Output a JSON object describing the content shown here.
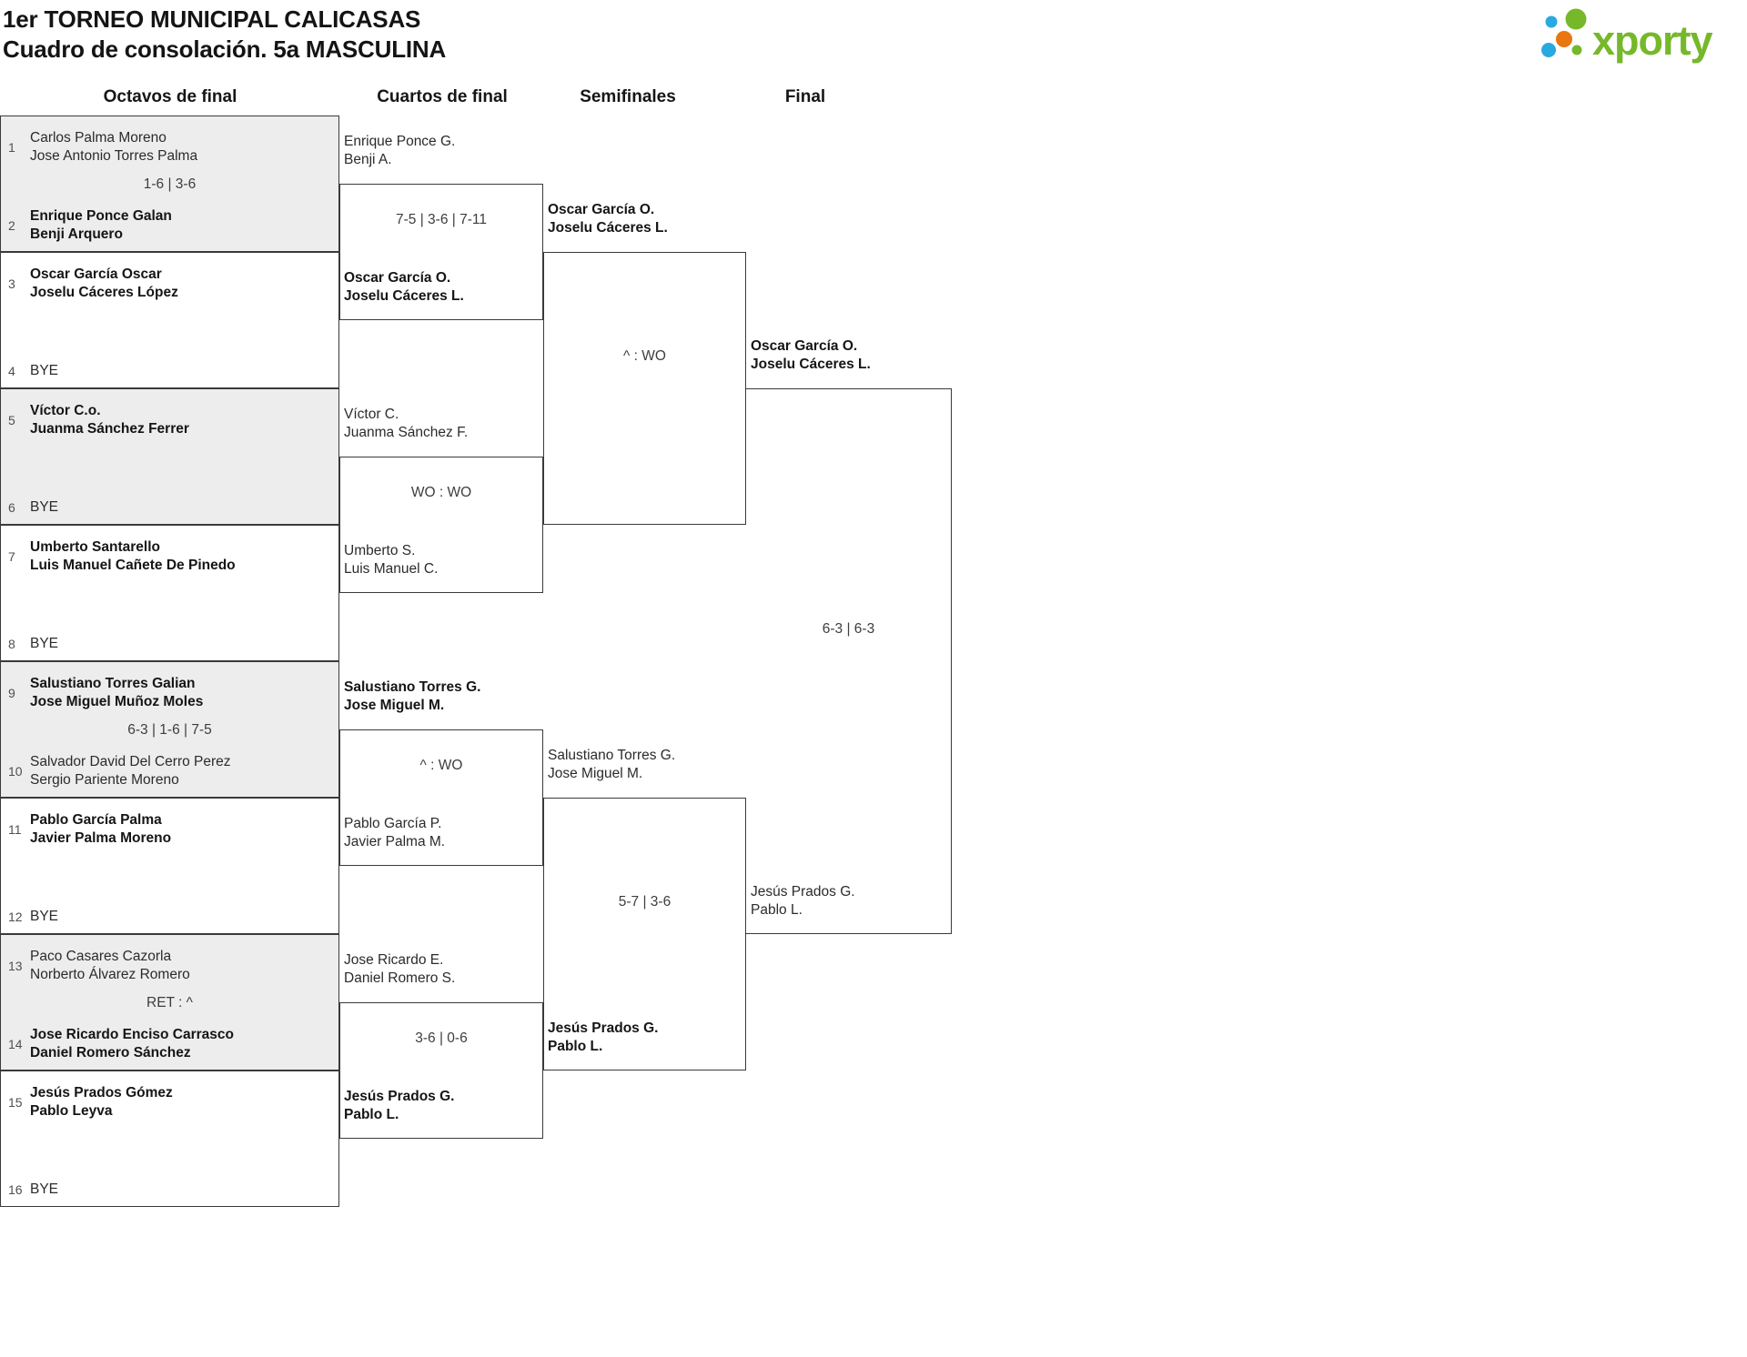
{
  "header": {
    "title_line1": "1er TORNEO MUNICIPAL CALICASAS",
    "title_line2": "Cuadro de consolación. 5a MASCULINA"
  },
  "logo": {
    "text": "xporty",
    "colors": {
      "green": "#76b82a",
      "blue": "#2aa9e0",
      "orange": "#e97611"
    }
  },
  "colors": {
    "shaded_row": "#ededed",
    "box_border": "#3a3a3a"
  },
  "rounds": [
    "Octavos de final",
    "Cuartos de final",
    "Semifinales",
    "Final"
  ],
  "r16": [
    {
      "seed1": "1",
      "team1": [
        "Carlos Palma Moreno",
        "Jose Antonio Torres Palma"
      ],
      "w1": false,
      "score": "1-6 | 3-6",
      "seed2": "2",
      "team2": [
        "Enrique Ponce Galan",
        "Benji Arquero"
      ],
      "w2": true
    },
    {
      "seed1": "3",
      "team1": [
        "Oscar García Oscar",
        "Joselu Cáceres López"
      ],
      "w1": true,
      "score": "",
      "seed2": "4",
      "team2": [
        "BYE"
      ],
      "w2": false
    },
    {
      "seed1": "5",
      "team1": [
        "Víctor C.o.",
        "Juanma Sánchez Ferrer"
      ],
      "w1": true,
      "score": "",
      "seed2": "6",
      "team2": [
        "BYE"
      ],
      "w2": false
    },
    {
      "seed1": "7",
      "team1": [
        "Umberto Santarello",
        "Luis Manuel Cañete De Pinedo"
      ],
      "w1": true,
      "score": "",
      "seed2": "8",
      "team2": [
        "BYE"
      ],
      "w2": false
    },
    {
      "seed1": "9",
      "team1": [
        "Salustiano Torres Galian",
        "Jose Miguel Muñoz Moles"
      ],
      "w1": true,
      "score": "6-3 | 1-6 | 7-5",
      "seed2": "10",
      "team2": [
        "Salvador David Del Cerro Perez",
        "Sergio Pariente Moreno"
      ],
      "w2": false
    },
    {
      "seed1": "11",
      "team1": [
        "Pablo García Palma",
        "Javier Palma Moreno"
      ],
      "w1": true,
      "score": "",
      "seed2": "12",
      "team2": [
        "BYE"
      ],
      "w2": false
    },
    {
      "seed1": "13",
      "team1": [
        "Paco Casares Cazorla",
        "Norberto Álvarez Romero"
      ],
      "w1": false,
      "score": "RET : ^",
      "seed2": "14",
      "team2": [
        "Jose Ricardo Enciso Carrasco",
        "Daniel Romero Sánchez"
      ],
      "w2": true
    },
    {
      "seed1": "15",
      "team1": [
        "Jesús Prados Gómez",
        "Pablo Leyva"
      ],
      "w1": true,
      "score": "",
      "seed2": "16",
      "team2": [
        "BYE"
      ],
      "w2": false
    }
  ],
  "qf": [
    {
      "team1": [
        "Enrique Ponce G.",
        "Benji A."
      ],
      "w1": false,
      "score": "7-5 | 3-6 | 7-11",
      "team2": [
        "Oscar García O.",
        "Joselu Cáceres L."
      ],
      "w2": true
    },
    {
      "team1": [
        "Víctor C.",
        "Juanma Sánchez F."
      ],
      "w1": false,
      "score": "WO : WO",
      "team2": [
        "Umberto S.",
        "Luis Manuel C."
      ],
      "w2": false
    },
    {
      "team1": [
        "Salustiano Torres G.",
        "Jose Miguel M."
      ],
      "w1": true,
      "score": "^ : WO",
      "team2": [
        "Pablo García P.",
        "Javier Palma M."
      ],
      "w2": false
    },
    {
      "team1": [
        "Jose Ricardo E.",
        "Daniel Romero S."
      ],
      "w1": false,
      "score": "3-6 | 0-6",
      "team2": [
        "Jesús Prados G.",
        "Pablo L."
      ],
      "w2": true
    }
  ],
  "sf": [
    {
      "team1": [
        "Oscar García O.",
        "Joselu Cáceres L."
      ],
      "w1": true,
      "score": "^ : WO",
      "team2": null,
      "w2": false
    },
    {
      "team1": [
        "Salustiano Torres G.",
        "Jose Miguel M."
      ],
      "w1": false,
      "score": "5-7 | 3-6",
      "team2": [
        "Jesús Prados G.",
        "Pablo L."
      ],
      "w2": true
    }
  ],
  "final": {
    "team1": [
      "Oscar García O.",
      "Joselu Cáceres L."
    ],
    "w1": true,
    "score": "6-3 | 6-3",
    "team2": [
      "Jesús Prados G.",
      "Pablo L."
    ],
    "w2": false
  }
}
